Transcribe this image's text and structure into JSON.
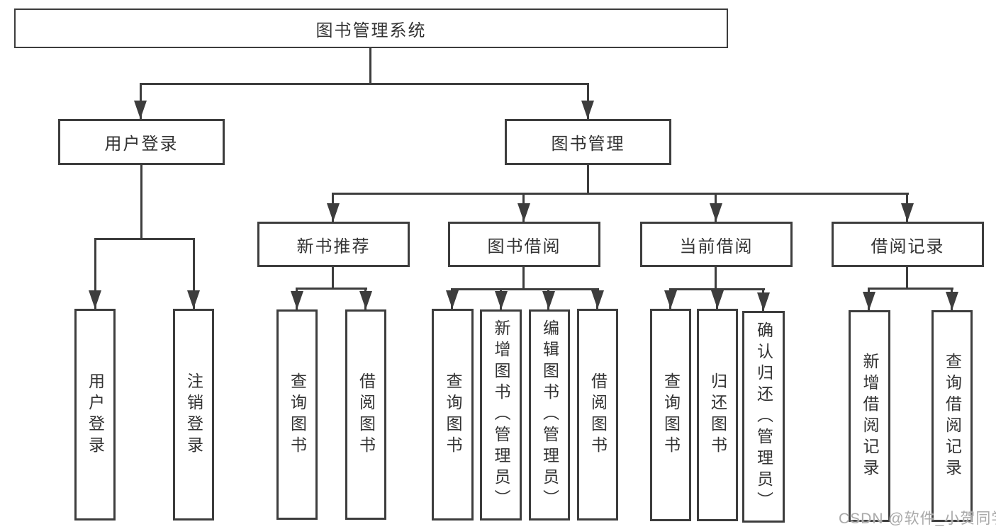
{
  "diagram_title": "图书管理系统",
  "tree": {
    "root": "图书管理系统",
    "branches": [
      {
        "label": "用户登录",
        "children": [
          "用户登录",
          "注销登录"
        ]
      },
      {
        "label": "图书管理",
        "children": [
          {
            "label": "新书推荐",
            "children": [
              "查询图书",
              "借阅图书"
            ]
          },
          {
            "label": "图书借阅",
            "children": [
              "查询图书",
              "新增图书（管理员）",
              "编辑图书（管理员）",
              "借阅图书"
            ]
          },
          {
            "label": "当前借阅",
            "children": [
              "查询图书",
              "归还图书",
              "确认归还（管理员）"
            ]
          },
          {
            "label": "借阅记录",
            "children": [
              "新增借阅记录",
              "查询借阅记录"
            ]
          }
        ]
      }
    ]
  },
  "watermark": "CSDN @软件_小贺同学",
  "colors": {
    "line": "#3d3d3d",
    "text": "#333333",
    "watermark": "#a9a9a9",
    "background": "#ffffff"
  }
}
